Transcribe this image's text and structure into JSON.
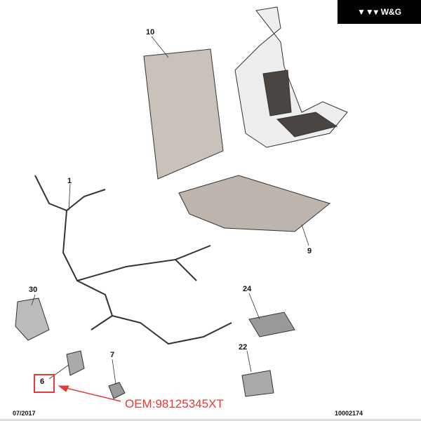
{
  "brand": {
    "logo_text": "W&G",
    "logo_icon": "triangle-marks-icon"
  },
  "callouts": [
    "10",
    "1",
    "9",
    "30",
    "24",
    "22",
    "7",
    "6"
  ],
  "highlight": {
    "part": "6",
    "oem_label": "OEM:98125345XT",
    "color": "#e53935"
  },
  "footer": {
    "date": "07/2017",
    "doc_number": "10002174"
  }
}
